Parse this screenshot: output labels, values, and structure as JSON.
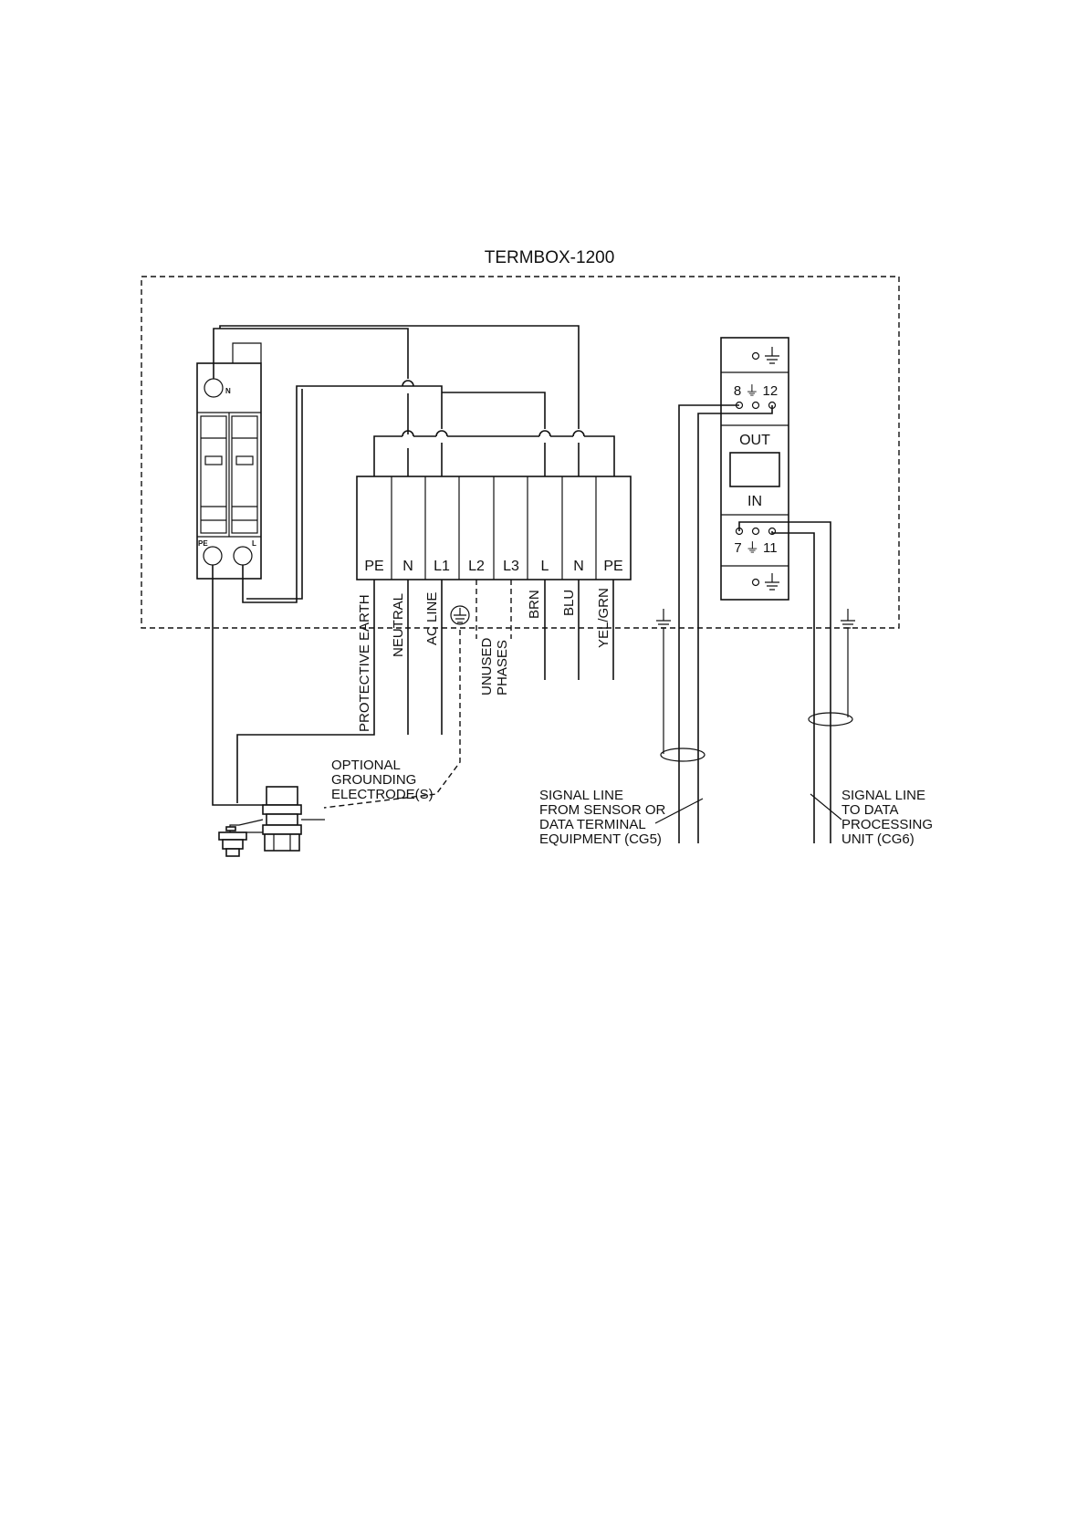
{
  "title": "TERMBOX-1200",
  "spd": {
    "n_label": "N",
    "pe_label": "PE",
    "l_label": "L"
  },
  "terminals": [
    "PE",
    "N",
    "L1",
    "L2",
    "L3",
    "L",
    "N",
    "PE"
  ],
  "wire_labels": {
    "protective_earth": "PROTECTIVE EARTH",
    "neutral": "NEUTRAL",
    "ac_line": "AC LINE",
    "unused_1": "UNUSED",
    "unused_2": "PHASES",
    "brn": "BRN",
    "blu": "BLU",
    "yel_grn": "YEL/GRN"
  },
  "signal_module": {
    "top_pins": "8 ⏚ 12",
    "out": "OUT",
    "in": "IN",
    "bottom_pins": "7 ⏚ 11"
  },
  "notes": {
    "grounding_1": "OPTIONAL",
    "grounding_2": "GROUNDING",
    "grounding_3": "ELECTRODE(S)",
    "sig_in_1": "SIGNAL LINE",
    "sig_in_2": "FROM SENSOR OR",
    "sig_in_3": "DATA TERMINAL",
    "sig_in_4": "EQUIPMENT (CG5)",
    "sig_out_1": "SIGNAL LINE",
    "sig_out_2": "TO DATA",
    "sig_out_3": "PROCESSING",
    "sig_out_4": "UNIT (CG6)"
  }
}
